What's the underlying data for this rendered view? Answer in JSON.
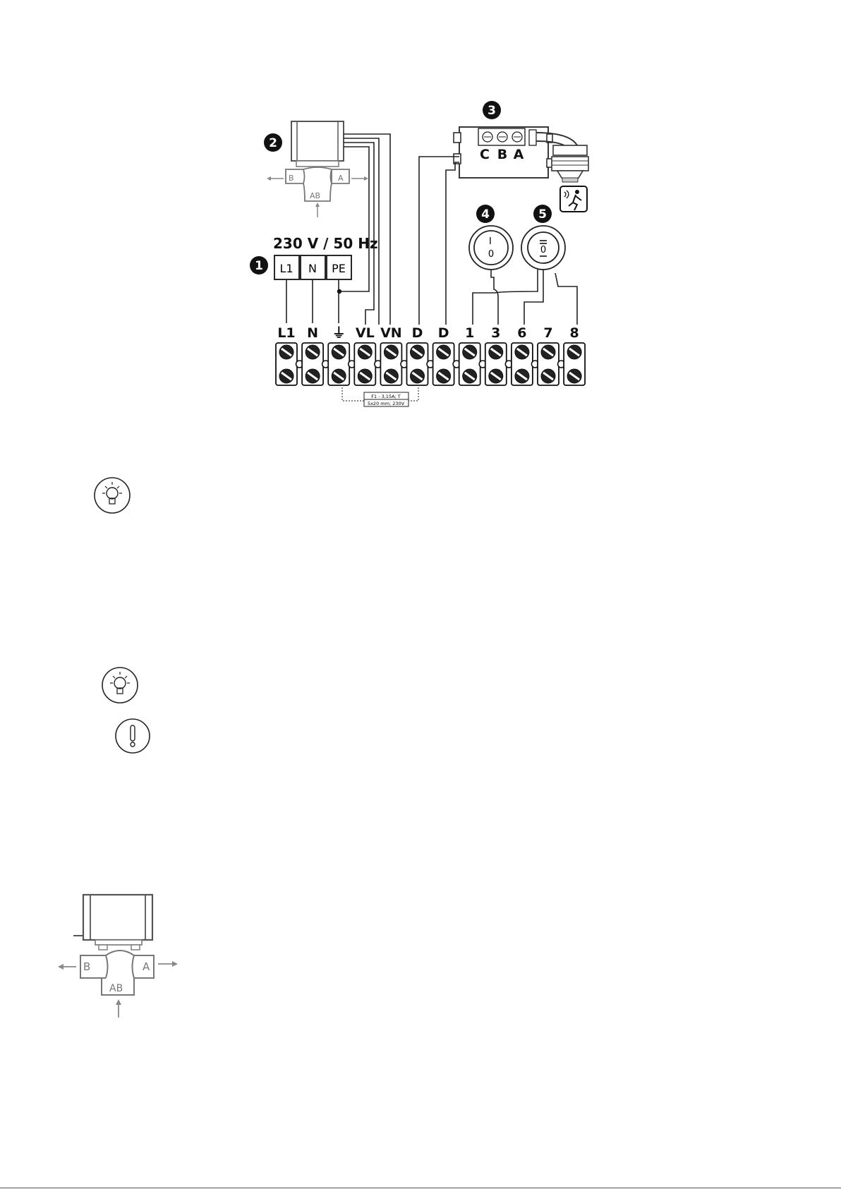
{
  "supply": {
    "voltage_label": "230 V / 50 Hz",
    "terminals": [
      "L1",
      "N",
      "PE"
    ]
  },
  "badges": [
    "1",
    "2",
    "3",
    "4",
    "5"
  ],
  "sensor": {
    "pins": [
      "C",
      "B",
      "A"
    ],
    "icon": "motion-sensor-icon"
  },
  "valve": {
    "port_b": "B",
    "port_a": "A",
    "port_ab": "AB"
  },
  "switch4": {
    "on": "I",
    "off": "0"
  },
  "switch5": {
    "off": "0"
  },
  "terminal_strip": {
    "labels": [
      "L1",
      "N",
      "⏚",
      "VL",
      "VN",
      "D",
      "D",
      "1",
      "3",
      "6",
      "7",
      "8"
    ]
  },
  "fuse": {
    "line1": "F1 - 3,15A; T",
    "line2": "5x20 mm; 230V"
  },
  "notes": [
    {
      "icon": "lightbulb-tip-icon"
    },
    {
      "icon": "lightbulb-tip-icon"
    },
    {
      "icon": "warning-exclamation-icon"
    }
  ]
}
